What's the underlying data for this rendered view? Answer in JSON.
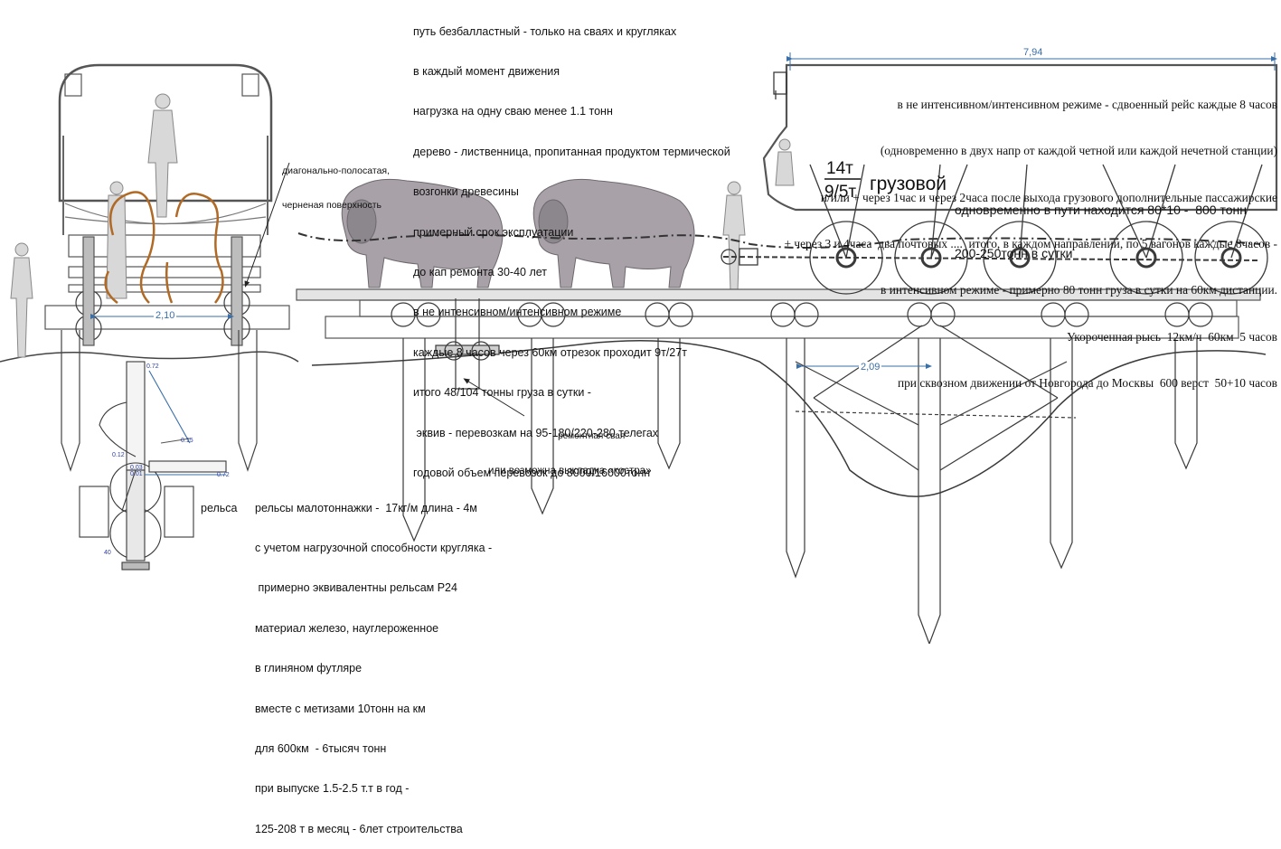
{
  "notes": {
    "top": [
      "путь безбалластный - только на сваях и кругляках",
      "в каждый момент движения",
      "нагрузка на одну сваю менее 1.1 тонн",
      "дерево - лиственница, пропитанная продуктом термической",
      "возгонки древесины",
      "примерный срок эксплуатации",
      "до кап ремонта 30-40 лет",
      "в не интенсивном/интенсивном режиме",
      "каждые 8 часов через 60км отрезок проходит 9т/27т",
      "итого 48/104 тонны груза в сутки -",
      " эквив - перевозкам на 95-180/220-280 телегах",
      "годовой объем перевозок до 8000/16000тонн"
    ],
    "right": [
      "в не интенсивном/интенсивном режиме - сдвоенный рейс каждые 8 часов",
      "(одновременно в двух напр от каждой четной или каждой нечетной станции)",
      "и/или + через 1час и через 2часа после выхода грузового дополнительные пассажирские",
      "+ через 3 и 4часа  два почтовых ....  итого, в каждом направлении, по 5 вагонов каждые 8часов -",
      "в интенсивном режиме - примерно 80 тонн груза в сутки на 60км дистанции.",
      "Укороченная рысь  12км/ч  60км  5 часов",
      "при сквозном движении от Новгорода до Москвы  600 верст  50+10 часов"
    ],
    "bottom": [
      "рельсы малотоннажки -  17кг/м длина - 4м",
      "с учетом нагрузочной способности кругляка -",
      " примерно эквивалентны рельсам Р24",
      "материал железо, науглероженное",
      "в глиняном футляре",
      "вместе с метизами 10тонн на км",
      "для 600км  - 6тысяч тонн",
      "при выпуске 1.5-2.5 т.т в год -",
      "125-208 т в месяц - 6лет строительства"
    ],
    "surface": [
      "диагонально-полосатая,",
      "черненая поверхность"
    ],
    "repair": [
      "ремонтная свая",
      "или возможна выкладка «костра»"
    ],
    "rail": "рельса",
    "wagon_type": "грузовой",
    "load_top": "14т",
    "load_bottom": "9/5т",
    "transit": [
      "одновременно в пути находится 80*10 -  800 тонн",
      "200-250тонн в сутки"
    ]
  },
  "dimensions": {
    "wagon_length": "7,94",
    "track_width": "2,10",
    "span": "2,09",
    "detail": [
      "0.72",
      "0.15",
      "0.12",
      "0.03",
      "0.01",
      "0.72",
      "40"
    ]
  },
  "colors": {
    "line": "#3a3a3a",
    "steel": "#6f6f6f",
    "dimension": "#3a6fa8",
    "bison": "#a8a2a8",
    "harness": "#b06a26",
    "figure": "#d8d8d8"
  }
}
